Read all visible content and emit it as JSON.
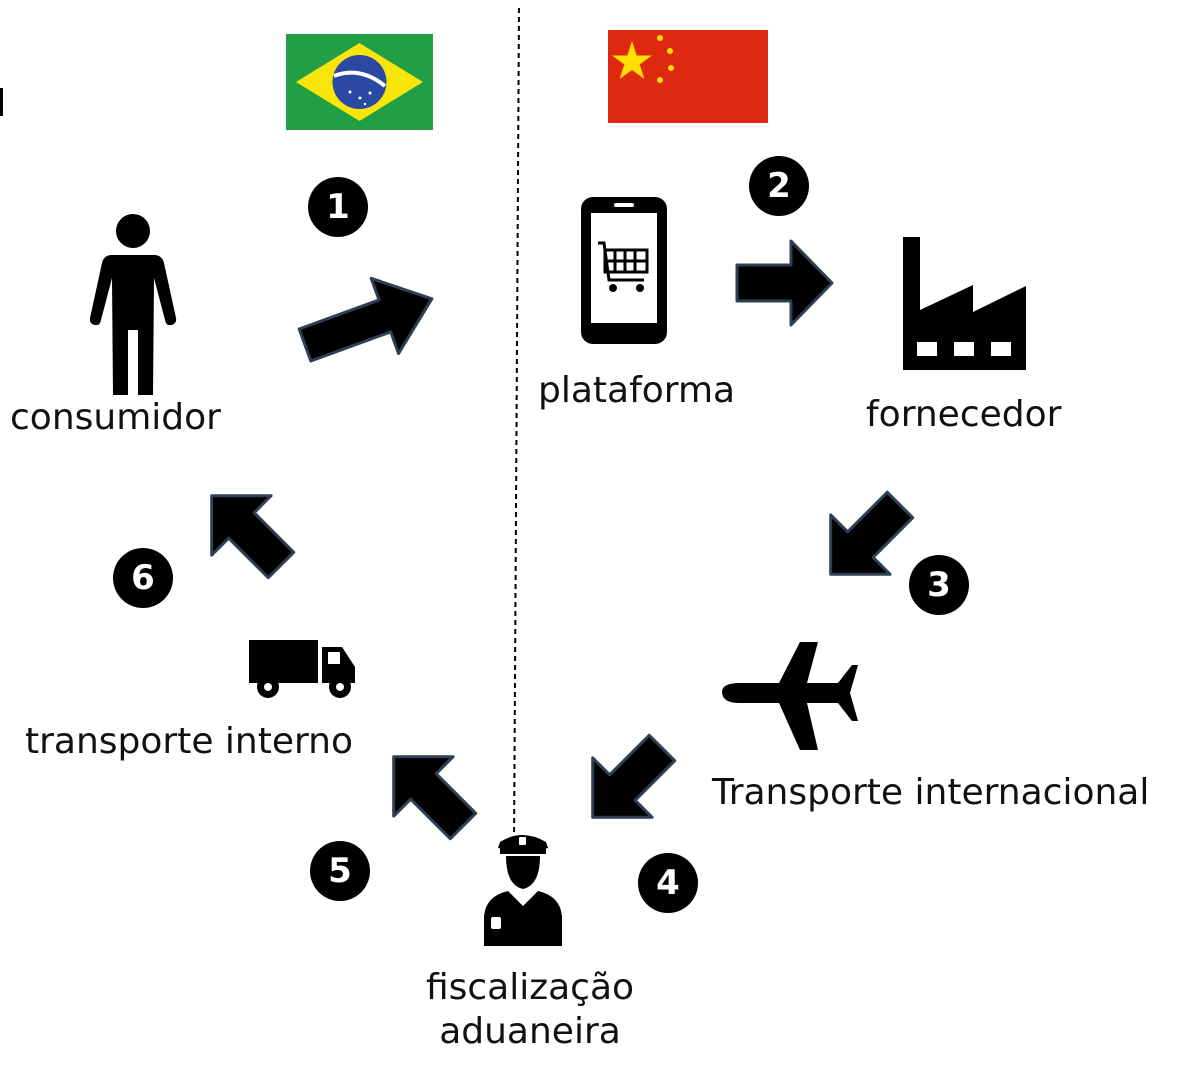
{
  "nodes": {
    "consumer": "consumidor",
    "platform": "plataforma",
    "supplier": "fornecedor",
    "international_transport": "Transporte internacional",
    "customs": "fiscalização aduaneira",
    "domestic_transport": "transporte interno"
  },
  "steps": [
    "1",
    "2",
    "3",
    "4",
    "5",
    "6"
  ],
  "icons": {
    "consumer": "person-icon",
    "platform": "smartphone-cart-icon",
    "supplier": "factory-icon",
    "international_transport": "airplane-icon",
    "customs": "police-officer-icon",
    "domestic_transport": "truck-icon"
  },
  "flags": {
    "left": "brazil-flag",
    "right": "china-flag"
  },
  "colors": {
    "brazil_green": "#229e45",
    "brazil_yellow": "#f8e509",
    "brazil_blue": "#2b49a3",
    "china_red": "#de2910",
    "china_star": "#ffde00",
    "arrow": "#000000",
    "arrow_outline": "#2f3f55"
  }
}
